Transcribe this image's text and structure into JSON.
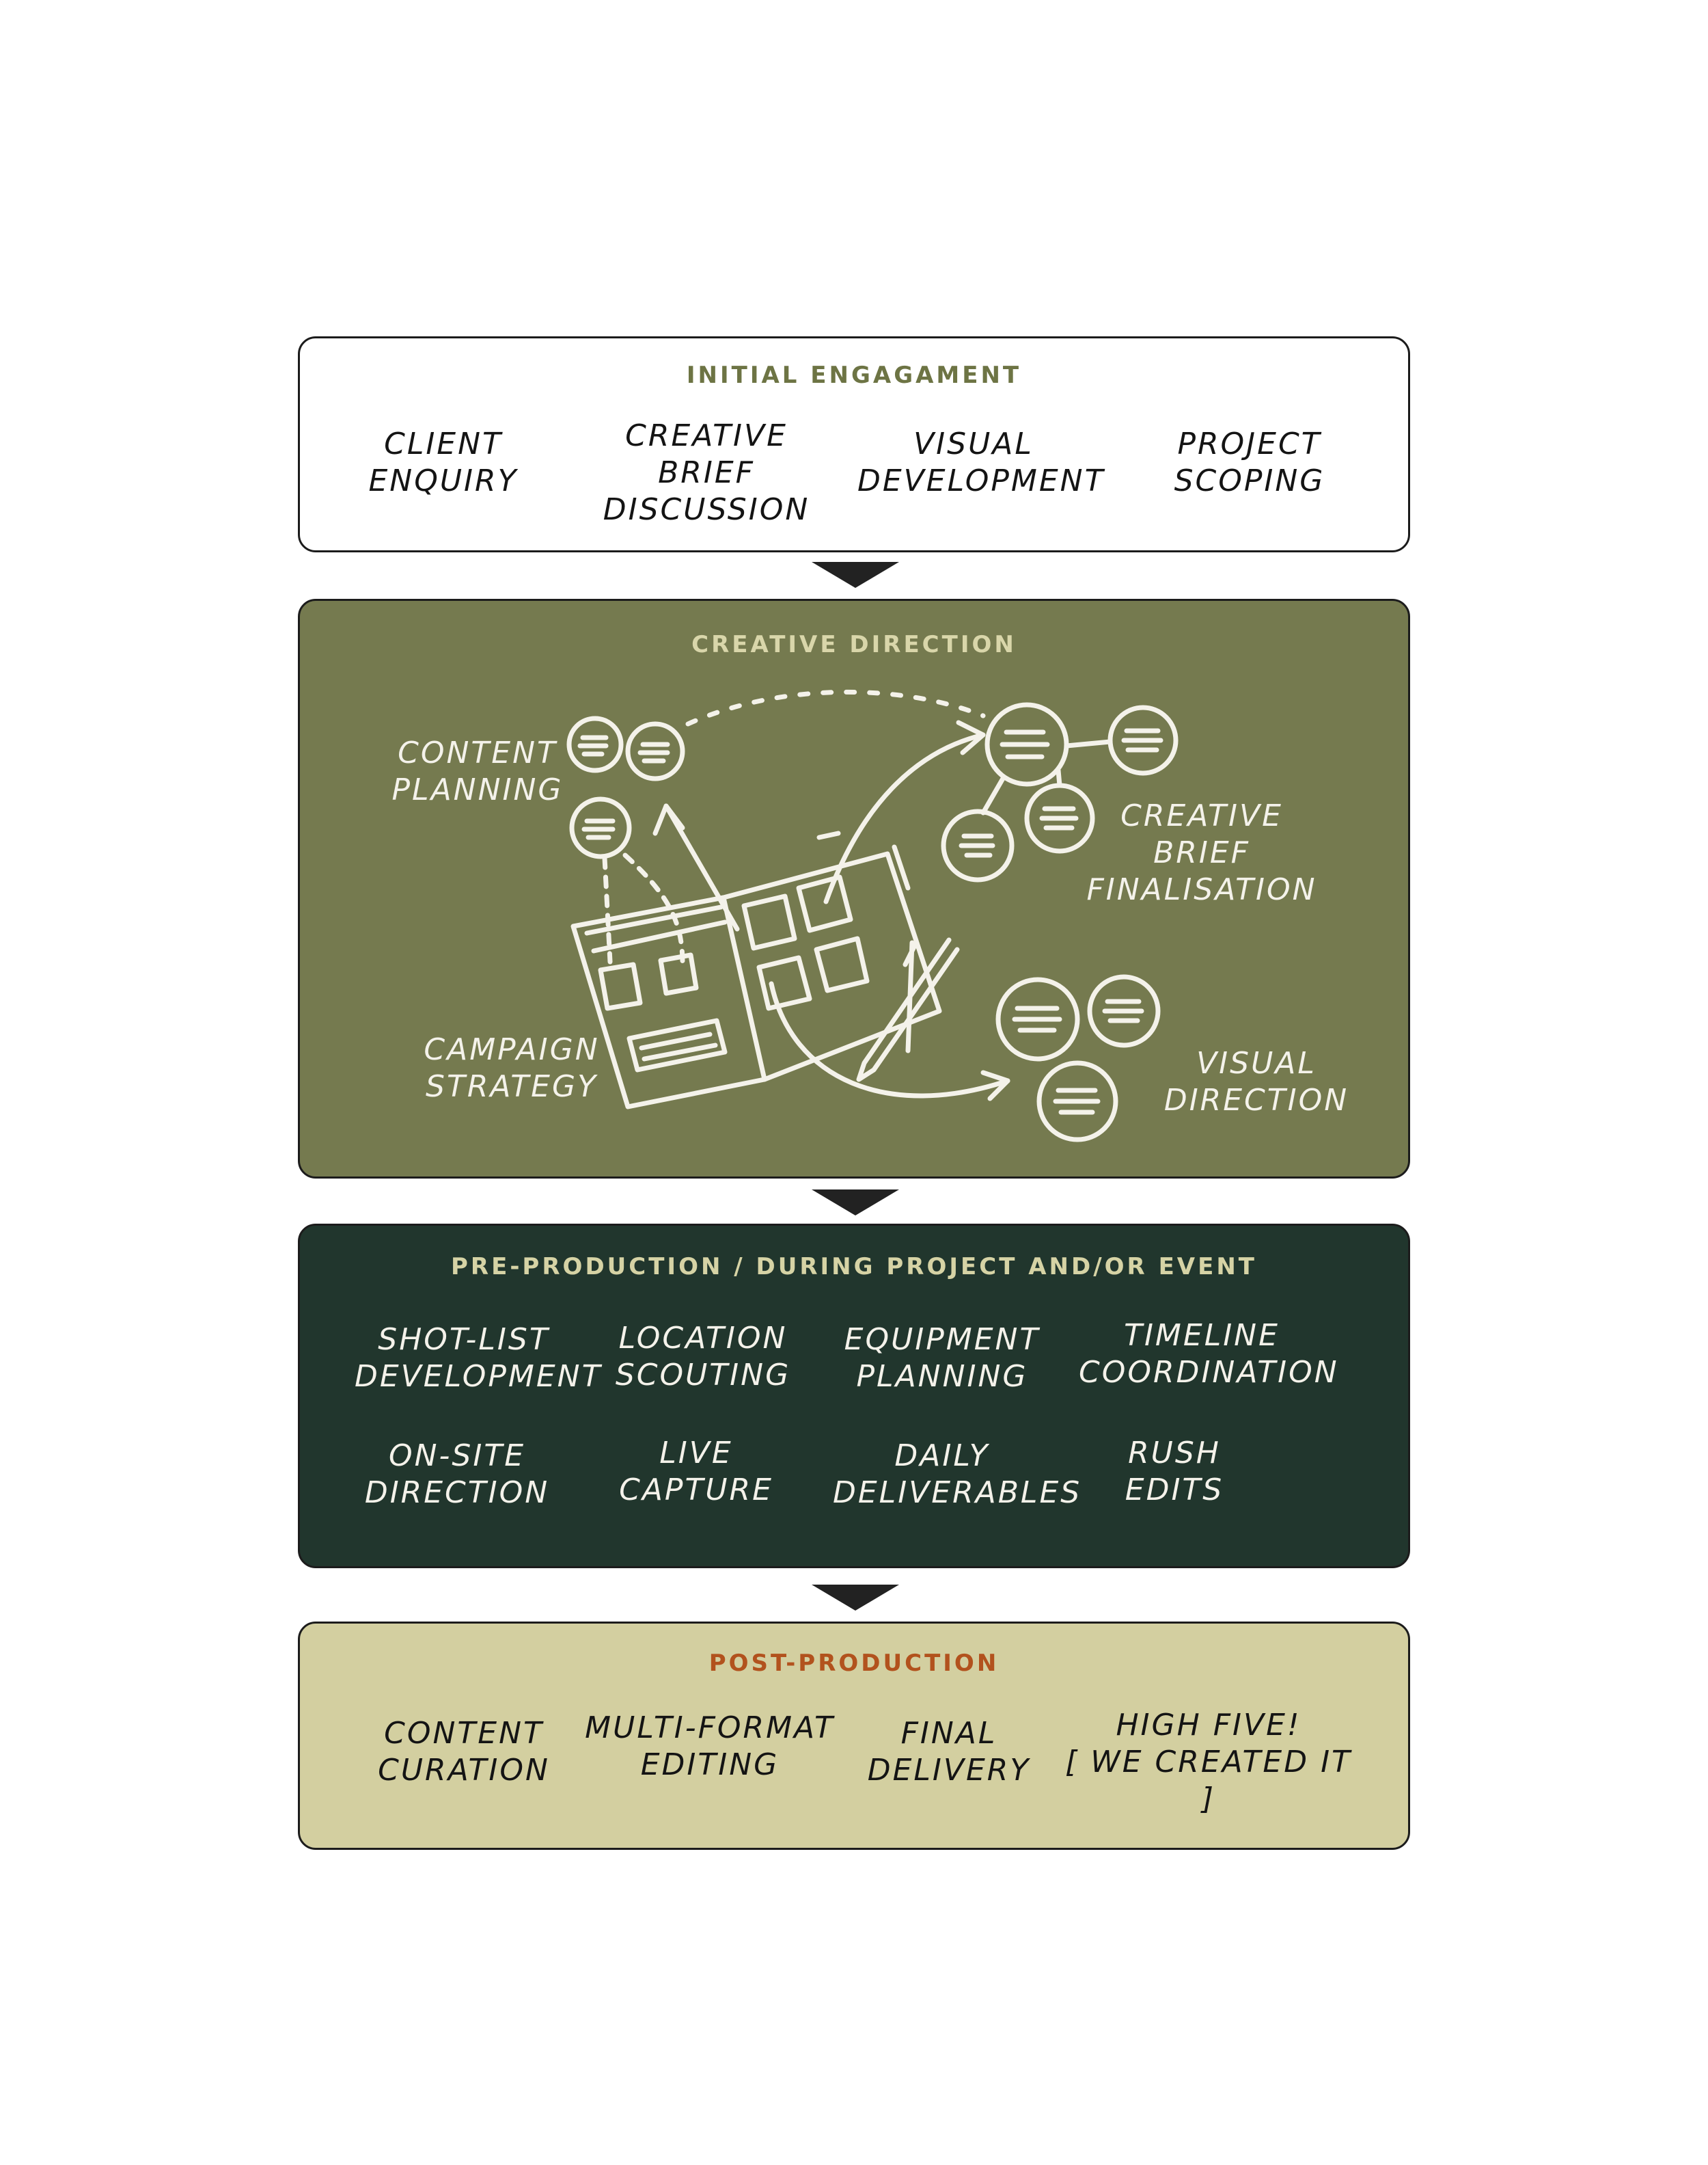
{
  "stages": {
    "initial": {
      "title": "INITIAL ENGAGAMENT",
      "items": [
        "CLIENT\nENQUIRY",
        "CREATIVE\nBRIEF\nDISCUSSION",
        "VISUAL\nDEVELOPMENT",
        "PROJECT\nSCOPING"
      ]
    },
    "creative": {
      "title": "CREATIVE DIRECTION",
      "labels": {
        "content_planning": "CONTENT\nPLANNING",
        "creative_brief": "CREATIVE\nBRIEF\nFINALISATION",
        "campaign_strategy": "CAMPAIGN\nSTRATEGY",
        "visual_direction": "VISUAL\nDIRECTION"
      }
    },
    "pre": {
      "title": "PRE-PRODUCTION / DURING PROJECT AND/OR EVENT",
      "items": [
        "SHOT-LIST\nDEVELOPMENT",
        "LOCATION\nSCOUTING",
        "EQUIPMENT\nPLANNING",
        "TIMELINE\nCOORDINATION",
        "ON-SITE\nDIRECTION",
        "LIVE\nCAPTURE",
        "DAILY\nDELIVERABLES",
        "RUSH\nEDITS"
      ]
    },
    "post": {
      "title": "POST-PRODUCTION",
      "items": [
        "CONTENT\nCURATION",
        "MULTI-FORMAT\nEDITING",
        "FINAL\nDELIVERY",
        "HIGH FIVE!\n[ WE CREATED IT ]"
      ]
    }
  },
  "colors": {
    "initial_bg": "#ffffff",
    "creative_bg": "#757a4f",
    "pre_bg": "#21362d",
    "post_bg": "#d3cfa0",
    "initial_title": "#6d7444",
    "post_title": "#b2521d",
    "sketch_line": "#f4f2ea"
  },
  "icons": [
    "down-arrow-icon",
    "bubble-icon",
    "sketchbook-icon",
    "pencil-icon"
  ]
}
